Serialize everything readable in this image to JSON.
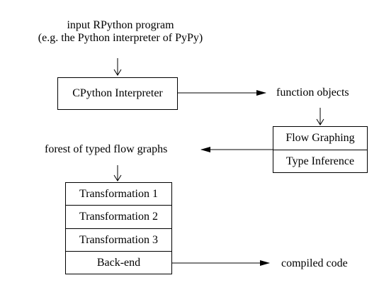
{
  "input": {
    "line1": "input RPython program",
    "line2": "(e.g. the Python interpreter of PyPy)"
  },
  "cpython_box": {
    "label": "CPython Interpreter"
  },
  "function_objects": {
    "label": "function objects"
  },
  "flow_box": {
    "cells": [
      "Flow Graphing",
      "Type Inference"
    ]
  },
  "forest": {
    "label": "forest of typed flow graphs"
  },
  "transform_box": {
    "cells": [
      "Transformation 1",
      "Transformation 2",
      "Transformation 3",
      "Back-end"
    ]
  },
  "compiled": {
    "label": "compiled code"
  }
}
